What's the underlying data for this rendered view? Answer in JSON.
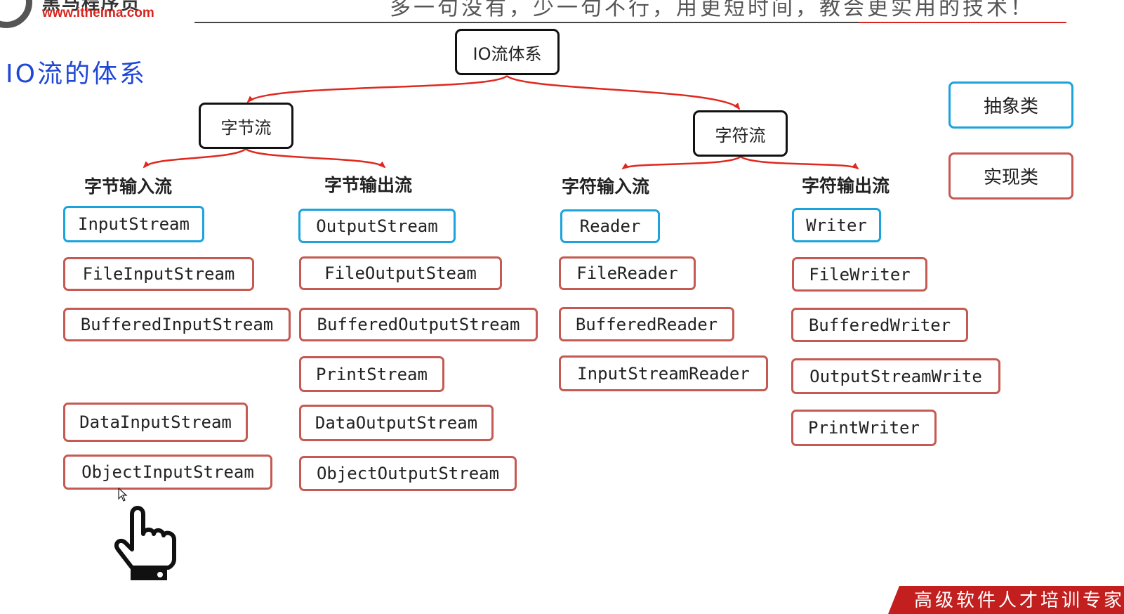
{
  "header": {
    "logo_text": "黑马程序员",
    "logo_url": "www.itheima.com",
    "slogan": "多一句没有，少一句不行，用更短时间，教会更实用的技术！",
    "footer_banner": "高级软件人才培训专家"
  },
  "page_title": "IO流的体系",
  "root": "IO流体系",
  "categories": {
    "byte": "字节流",
    "char": "字符流"
  },
  "columns": {
    "byte_input": {
      "label": "字节输入流",
      "classes": [
        "InputStream",
        "FileInputStream",
        "BufferedInputStream",
        "DataInputStream",
        "ObjectInputStream"
      ]
    },
    "byte_output": {
      "label": "字节输出流",
      "classes": [
        "OutputStream",
        "FileOutputSteam",
        "BufferedOutputStream",
        "PrintStream",
        "DataOutputStream",
        "ObjectOutputStream"
      ]
    },
    "char_input": {
      "label": "字符输入流",
      "classes": [
        "Reader",
        "FileReader",
        "BufferedReader",
        "InputStreamReader"
      ]
    },
    "char_output": {
      "label": "字符输出流",
      "classes": [
        "Writer",
        "FileWriter",
        "BufferedWriter",
        "OutputStreamWrite",
        "PrintWriter"
      ]
    }
  },
  "legend": {
    "abstract": "抽象类",
    "implementation": "实现类"
  },
  "colors": {
    "abstract_border": "#1aa3dc",
    "implementation_border": "#c55a52",
    "arrow": "#e0281e",
    "title": "#1f47d6"
  }
}
